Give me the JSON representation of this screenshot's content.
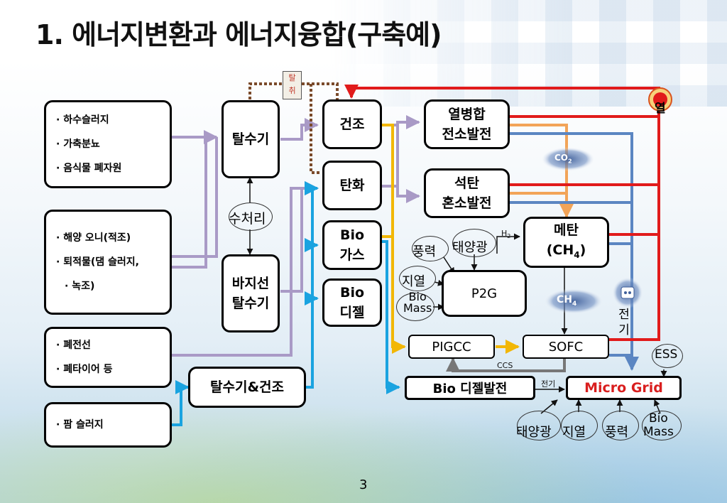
{
  "title": "1. 에너지변환과 에너지융합(구축예)",
  "page_number": "3",
  "sources": {
    "sludge": [
      "하수슬러지",
      "가축분뇨",
      "음식물 폐자원"
    ],
    "marine": [
      "해양 오니(적조)",
      "퇴적물(댐 슬러지,",
      "녹조)"
    ],
    "waste": [
      "폐전선",
      "폐타이어 등"
    ],
    "palm": [
      "팜 슬러지"
    ]
  },
  "process": {
    "dehydrator": "탈수기",
    "water_treatment": "수처리",
    "barge_line1": "바지선",
    "barge_line2": "탈수기",
    "dehydrate_dry": "탈수기&건조",
    "desorb_line1": "탈",
    "desorb_line2": "취",
    "drying": "건조",
    "carbonize": "탄화",
    "biogas_line1": "Bio",
    "biogas_line2": "가스",
    "biodiesel_line1": "Bio",
    "biodiesel_line2": "디젤"
  },
  "plants": {
    "chp_line1": "열병합",
    "chp_line2": "전소발전",
    "coal_line1": "석탄",
    "coal_line2": "혼소발전",
    "methane_line1": "메탄",
    "methane_line2": "(CH",
    "methane_sub": "4",
    "methane_close": ")",
    "p2g": "P2G",
    "pigcc": "PIGCC",
    "sofc": "SOFC",
    "bio_diesel_gen": "Bio 디젤발전",
    "micro_grid": "Micro Grid"
  },
  "labels": {
    "wind": "풍력",
    "solar": "태양광",
    "geothermal": "지열",
    "biomass_line1": "Bio",
    "biomass_line2": "Mass",
    "h2": "H",
    "h2_sub": "2",
    "heat": "열",
    "co2": "CO",
    "co2_sub": "2",
    "ch4": "CH",
    "ch4_sub": "4",
    "electricity": "전기",
    "electricity_small": "전기",
    "ccs": "CCS",
    "ess": "ESS",
    "bottom_solar": "태양광",
    "bottom_geothermal": "지열",
    "bottom_wind": "풍력",
    "bottom_biomass_line1": "Bio",
    "bottom_biomass_line2": "Mass"
  },
  "colors": {
    "heat_line": "#e11b1b",
    "elec_line": "#5b86c2",
    "orange_line": "#f2a458",
    "lilac_line": "#a99ac6",
    "blue_line": "#1aa3e0",
    "yellow_line": "#f2b705",
    "micro_grid_text": "#d91e1e"
  }
}
